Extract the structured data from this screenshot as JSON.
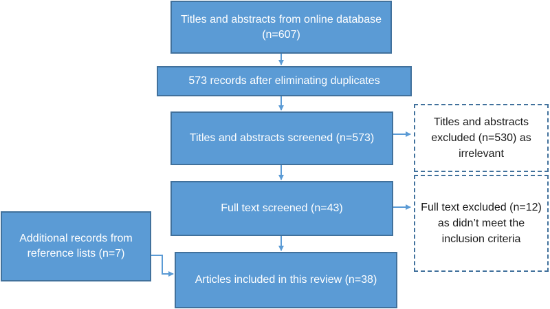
{
  "flowchart": {
    "boxes": {
      "database": "Titles and abstracts from online database (n=607)",
      "duplicates": "573 records after eliminating duplicates",
      "screened": "Titles and abstracts screened (n=573)",
      "fulltext": "Full text screened (n=43)",
      "additional": "Additional records from reference lists (n=7)",
      "included": "Articles included in this review (n=38)"
    },
    "excluded": {
      "abstracts": "Titles and abstracts excluded (n=530) as irrelevant",
      "fulltext": "Full text excluded (n=12) as didn’t meet the inclusion criteria"
    },
    "colors": {
      "box_fill": "#5b9bd5",
      "box_border": "#41719c",
      "arrow": "#5b9bd5",
      "text_on_box": "#ffffff"
    }
  }
}
